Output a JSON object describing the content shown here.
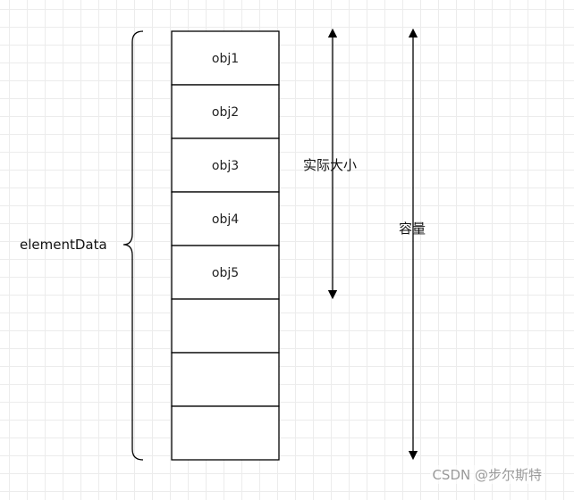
{
  "diagram": {
    "group_label": "elementData",
    "cells": [
      "obj1",
      "obj2",
      "obj3",
      "obj4",
      "obj5",
      "",
      "",
      ""
    ],
    "size_label": "实际大小",
    "capacity_label": "容量"
  },
  "watermark": "CSDN @步尔斯特",
  "colors": {
    "stroke": "#000000",
    "grid": "#ececec",
    "background": "#ffffff",
    "watermark": "#9a9a9a"
  }
}
